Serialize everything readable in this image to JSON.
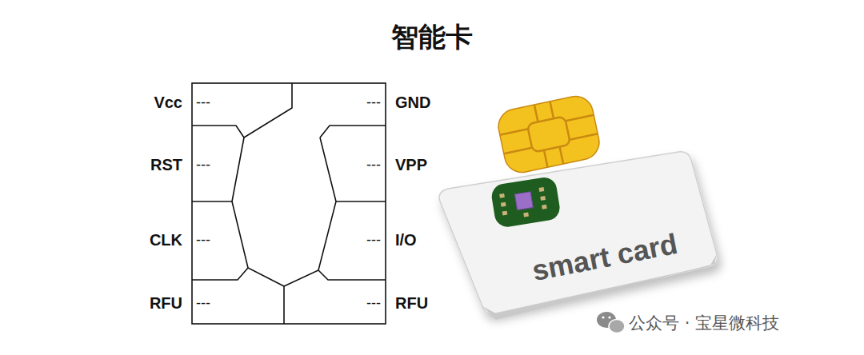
{
  "diagram": {
    "title": "智能卡",
    "labels": [
      "Vcc",
      "---",
      "---",
      "GND",
      "RST",
      "---",
      "---",
      "VPP",
      "CLK",
      "---",
      "---",
      "I/O",
      "RFU",
      "---",
      "---",
      "RFU",
      "smart card",
      "公众号 · 宝星微科技"
    ]
  }
}
